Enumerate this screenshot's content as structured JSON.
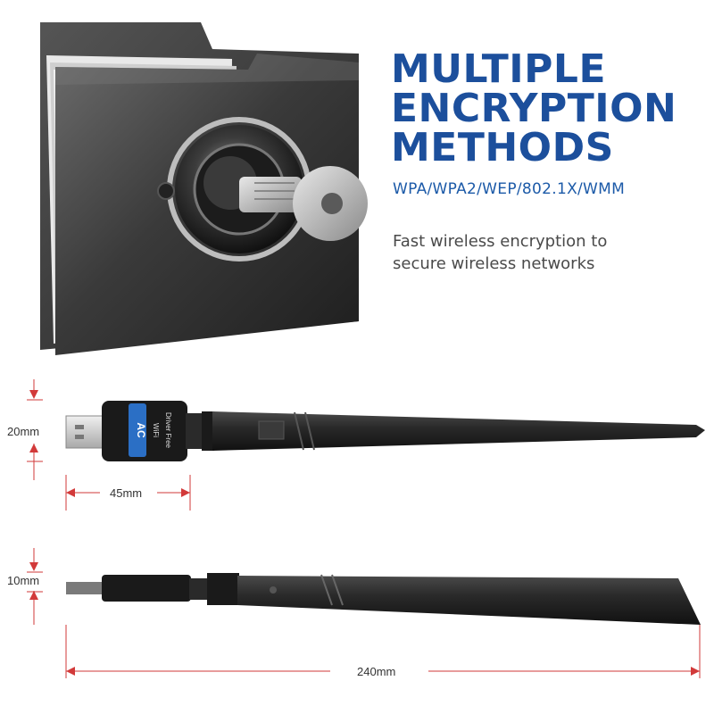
{
  "headline": [
    "MULTIPLE",
    "ENCRYPTION",
    "METHODS"
  ],
  "protocols": "WPA/WPA2/WEP/802.1X/WMM",
  "description": [
    "Fast wireless encryption to",
    "secure wireless networks"
  ],
  "dongle_labels": {
    "ac": "AC",
    "wifi": "WiFi",
    "driver_free": "Driver Free"
  },
  "dimensions": {
    "height_top": "20mm",
    "width_dongle": "45mm",
    "height_side": "10mm",
    "total_length": "240mm"
  },
  "colors": {
    "headline": "#1c4f9c",
    "protocols": "#1c5aa8",
    "dimension_lines": "#d23a3a"
  }
}
